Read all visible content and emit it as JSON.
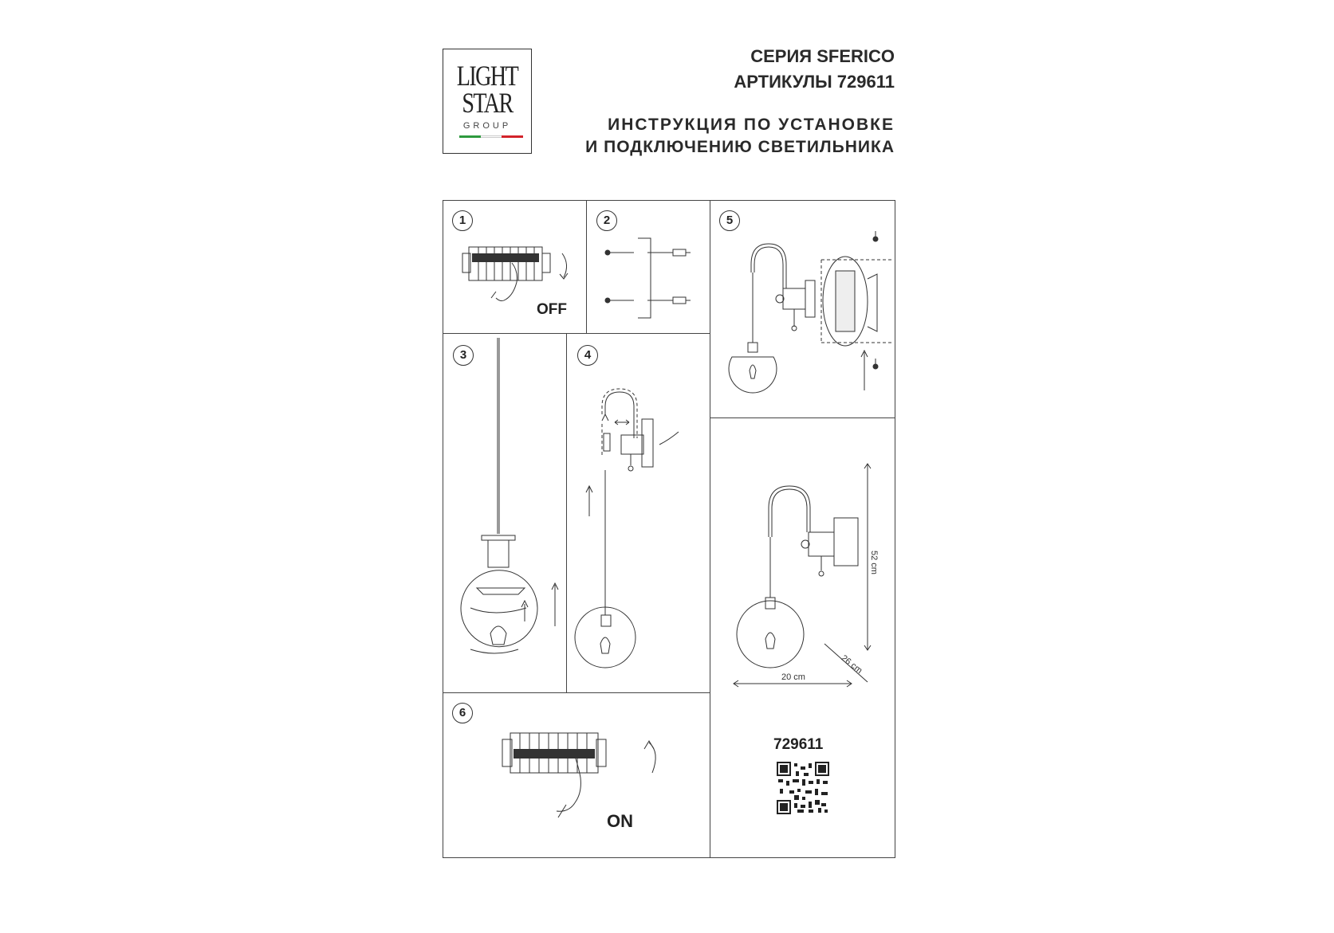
{
  "header": {
    "series": "СЕРИЯ SFERICO",
    "article": "АРТИКУЛЫ 729611",
    "title_line1": "ИНСТРУКЦИЯ ПО УСТАНОВКЕ",
    "title_line2": "И ПОДКЛЮЧЕНИЮ СВЕТИЛЬНИКА"
  },
  "logo": {
    "line1": "LIGHT",
    "line2": "STAR",
    "line3": "GROUP",
    "flag_colors": [
      "#2e9a3e",
      "#ffffff",
      "#d2232a"
    ]
  },
  "steps": [
    {
      "number": "1",
      "label": "OFF"
    },
    {
      "number": "2"
    },
    {
      "number": "3"
    },
    {
      "number": "4"
    },
    {
      "number": "5"
    },
    {
      "number": "6",
      "label": "ON"
    }
  ],
  "dimensions": {
    "height": "52 cm",
    "depth": "26 cm",
    "width": "20 cm"
  },
  "article_number": "729611",
  "icons": [
    "breaker-panel-icon",
    "screw-anchor-icon",
    "lamp-assembly-icon",
    "wall-mount-icon",
    "qr-code-icon"
  ]
}
